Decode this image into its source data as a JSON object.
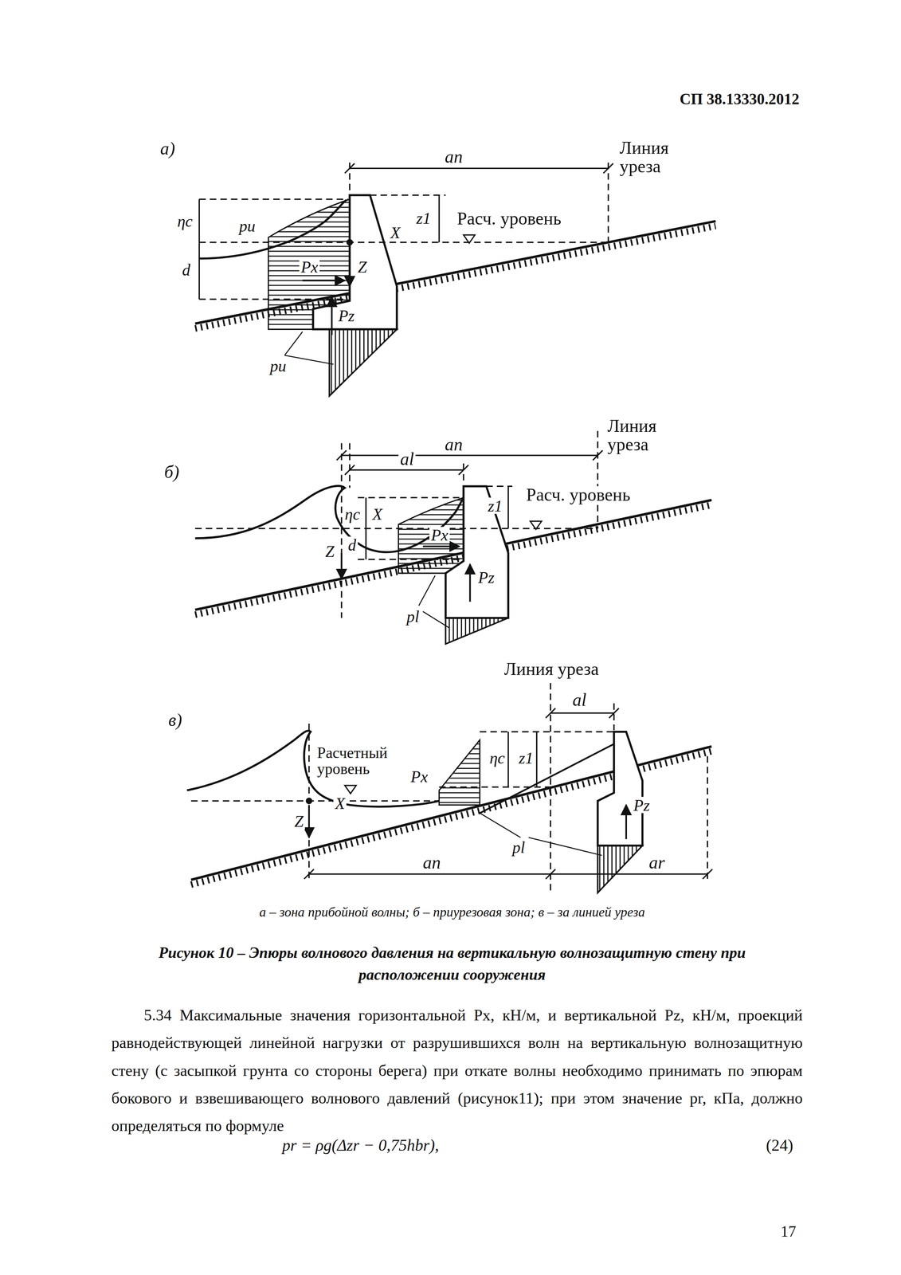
{
  "diagram": {
    "caption": "Рисунок 10 – Эпюры волнового давления на вертикальную волнозащитную стену при расположении сооружения",
    "labels": [
      "СП 38.13330.2012",
      "а)",
      "an",
      "Линия уреза",
      "ηc",
      "pu",
      "z1",
      "X",
      "Расч. уровень",
      "d",
      "Px",
      "Z",
      "Pz",
      "pu",
      "б)",
      "an",
      "Линия уреза",
      "al",
      "ηc",
      "X",
      "z1",
      "Расч. уровень",
      "d",
      "Px",
      "Z",
      "Pz",
      "pl",
      "Линия уреза",
      "в)",
      "al",
      "Расчетный уровень",
      "Px",
      "ηc",
      "z1",
      "X",
      "Z",
      "Pz",
      "pl",
      "an",
      "ar",
      "а – зона прибойной волны; б – приурезовая зона; в – за линией уреза",
      "5.34 Максимальные значения горизонтальной Px, кН/м, и вертикальной Pz, кН/м, проекций равнодействующей линейной нагрузки от разрушившихся волн на вертикальную волнозащитную стену (с засыпкой грунта со стороны берега) при откате волны необходимо принимать по эпюрам бокового и взвешивающего волнового давлений (рисунок11); при этом значение pr, кПа, должно определяться по формуле",
      "pr = ρg(Δzr − 0,75hbr),",
      "(24)",
      "17"
    ]
  }
}
